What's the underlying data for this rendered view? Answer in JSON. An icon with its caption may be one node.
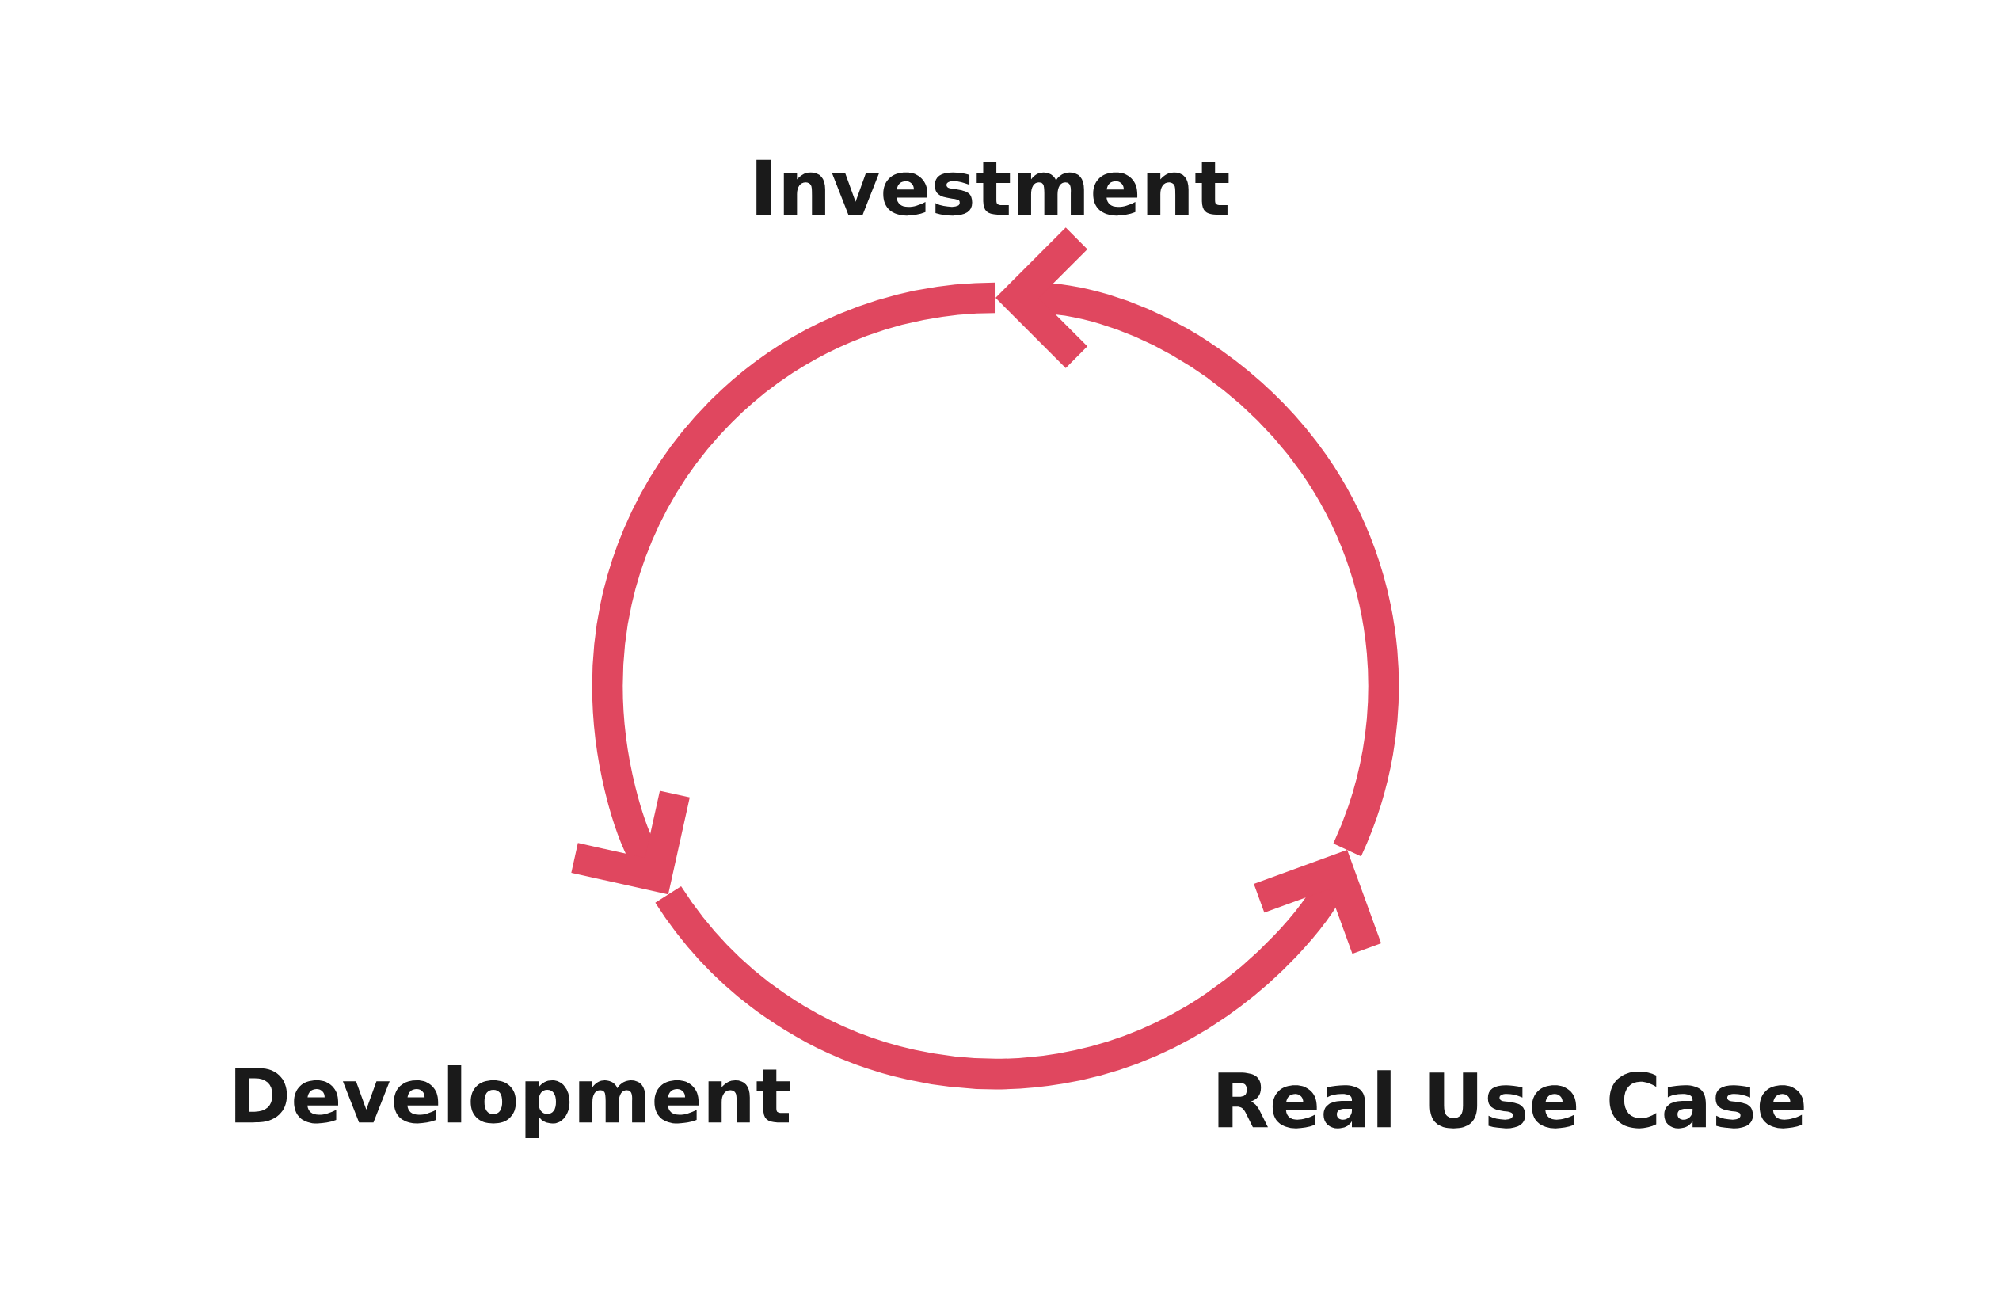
{
  "diagram": {
    "labels": [
      "Investment",
      "Development",
      "Real Use Case"
    ]
  }
}
